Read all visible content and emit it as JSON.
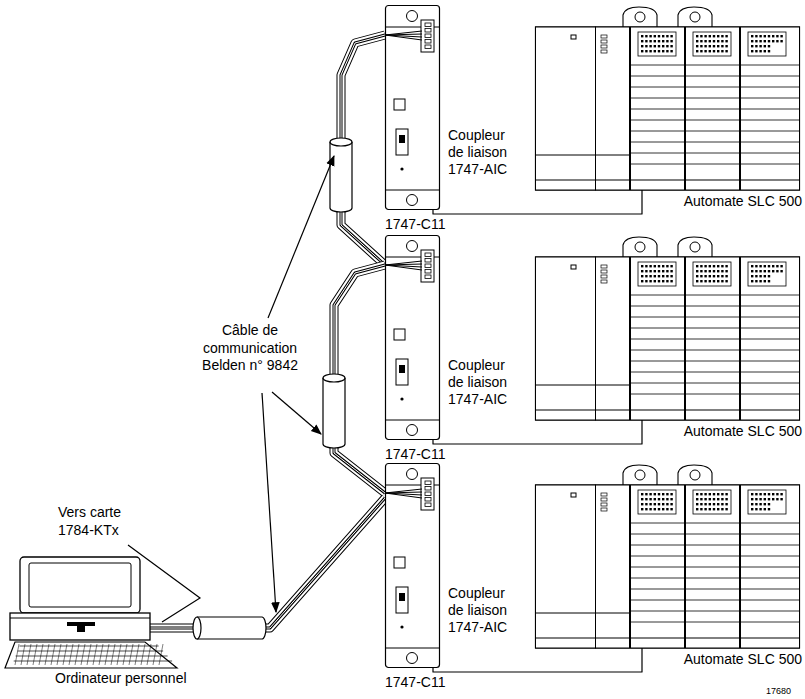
{
  "diagram": {
    "nodes": [
      {
        "text": [
          "Coupleur de liaison 1747-AIC"
        ]
      },
      {
        "text": [
          "Automate SLC 500"
        ]
      },
      {
        "text": [
          "Coupleur de liaison 1747-AIC"
        ]
      },
      {
        "text": [
          "Automate SLC 500"
        ]
      },
      {
        "text": [
          "Coupleur de liaison 1747-AIC"
        ]
      },
      {
        "text": [
          "Automate SLC 500"
        ]
      },
      {
        "text": [
          "Ordinateur personnel"
        ]
      }
    ],
    "edges": [
      {
        "from": 0,
        "to": 1,
        "arrow": "none",
        "label": "1747-C11"
      },
      {
        "from": 2,
        "to": 3,
        "arrow": "none",
        "label": "1747-C11"
      },
      {
        "from": 4,
        "to": 5,
        "arrow": "none",
        "label": "1747-C11"
      },
      {
        "from": 0,
        "to": 2,
        "arrow": "none"
      },
      {
        "from": 2,
        "to": 4,
        "arrow": "none"
      },
      {
        "from": 6,
        "to": 4,
        "arrow": "none"
      }
    ],
    "labels": [
      "Câble de communication Belden n° 9842",
      "Vers carte 1784-KTx",
      "17680"
    ]
  }
}
